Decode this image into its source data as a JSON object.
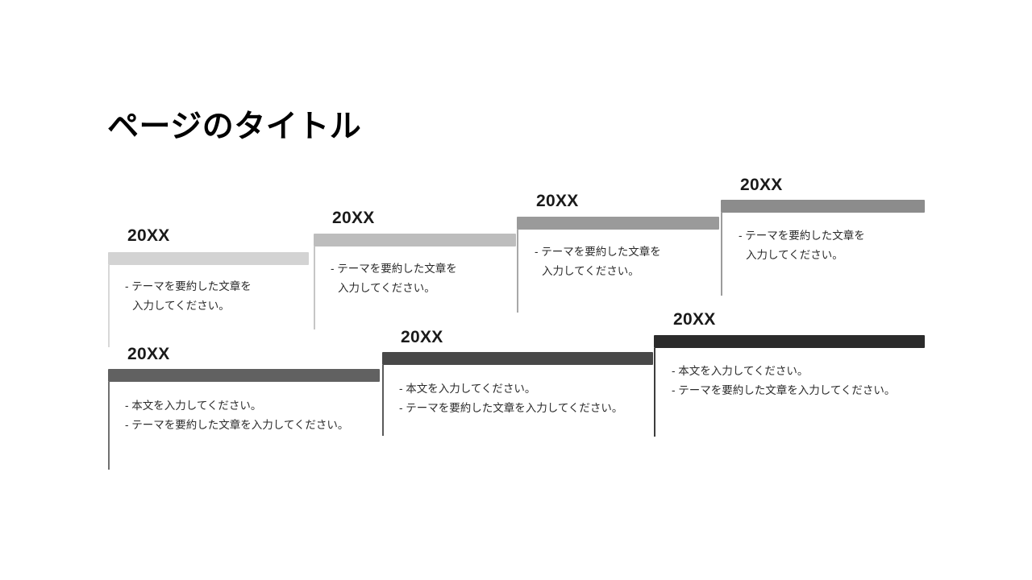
{
  "slide": {
    "title": "ページのタイトル",
    "background": "#ffffff"
  },
  "steps": [
    {
      "year": "20XX",
      "bar_color": "#d3d3d3",
      "line_color": "#d8d8d8",
      "lines": [
        "- テーマを要約した文章を",
        "入力してください。"
      ]
    },
    {
      "year": "20XX",
      "bar_color": "#bdbdbd",
      "line_color": "#c6c6c6",
      "lines": [
        "- テーマを要約した文章を",
        "入力してください。"
      ]
    },
    {
      "year": "20XX",
      "bar_color": "#9a9a9a",
      "line_color": "#a8a8a8",
      "lines": [
        "- テーマを要約した文章を",
        "入力してください。"
      ]
    },
    {
      "year": "20XX",
      "bar_color": "#8c8c8c",
      "line_color": "#9c9c9c",
      "lines": [
        "- テーマを要約した文章を",
        "入力してください。"
      ]
    },
    {
      "year": "20XX",
      "bar_color": "#616161",
      "line_color": "#707070",
      "lines": [
        "- 本文を入力してください。",
        "- テーマを要約した文章を入力してください。"
      ]
    },
    {
      "year": "20XX",
      "bar_color": "#484848",
      "line_color": "#5a5a5a",
      "lines": [
        "- 本文を入力してください。",
        "- テーマを要約した文章を入力してください。"
      ]
    },
    {
      "year": "20XX",
      "bar_color": "#2b2b2b",
      "line_color": "#3d3d3d",
      "lines": [
        "- 本文を入力してください。",
        "- テーマを要約した文章を入力してください。"
      ]
    }
  ]
}
